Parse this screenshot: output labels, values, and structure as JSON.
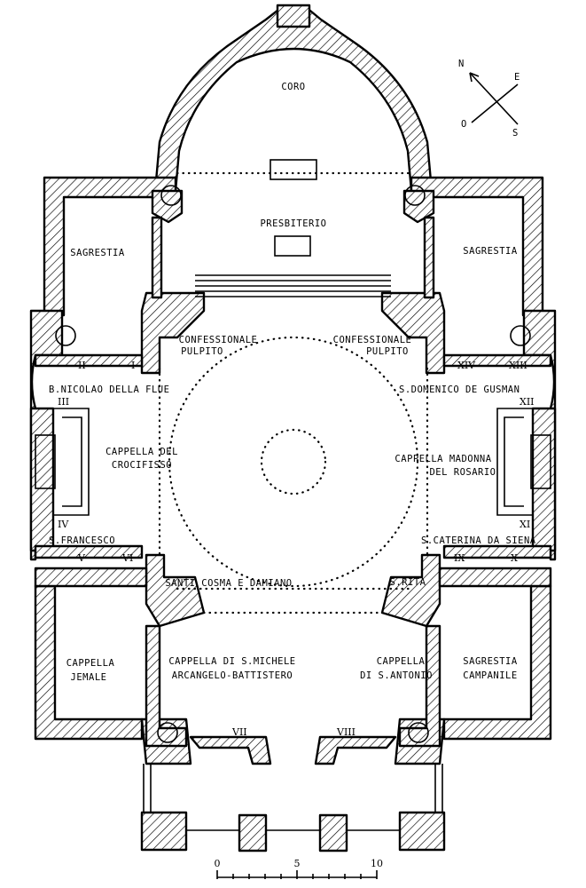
{
  "labels": {
    "coro": "CORO",
    "presbiterio": "PRESBITERIO",
    "sagrestia_left": "SAGRESTIA",
    "sagrestia_right": "SAGRESTIA",
    "confessionale_left": "CONFESSIONALE",
    "pulpito_left": "PULPITO",
    "confessionale_right": "CONFESSIONALE",
    "pulpito_right": "PULPITO",
    "nicolao": "B.NICOLAO DELLA FLUE",
    "crocifisso_1": "CAPPELLA DEL",
    "crocifisso_2": "CROCIFISSO",
    "francesco": "S.FRANCESCO",
    "domenico": "S.DOMENICO DE GUSMAN",
    "rosario_1": "CAPPELLA MADONNA",
    "rosario_2": "DEL ROSARIO",
    "caterina": "S.CATERINA DA SIENA",
    "cosma": "SANTI COSMA E DAMIANO",
    "rita": "S.RITA",
    "jemale_1": "CAPPELLA",
    "jemale_2": "JEMALE",
    "michele_1": "CAPPELLA DI S.MICHELE",
    "michele_2": "ARCANGELO-BATTISTERO",
    "antonio_1": "CAPPELLA",
    "antonio_2": "DI S.ANTONIO",
    "campanile_1": "SAGRESTIA",
    "campanile_2": "CAMPANILE"
  },
  "roman_numerals": [
    "I",
    "II",
    "III",
    "IV",
    "V",
    "VI",
    "VII",
    "VIII",
    "IX",
    "X",
    "XI",
    "XII",
    "XIII",
    "XIV"
  ],
  "compass": {
    "n": "N",
    "e": "E",
    "s": "S",
    "o": "O"
  },
  "scale_bar": {
    "ticks": [
      "0",
      "5",
      "10"
    ]
  }
}
